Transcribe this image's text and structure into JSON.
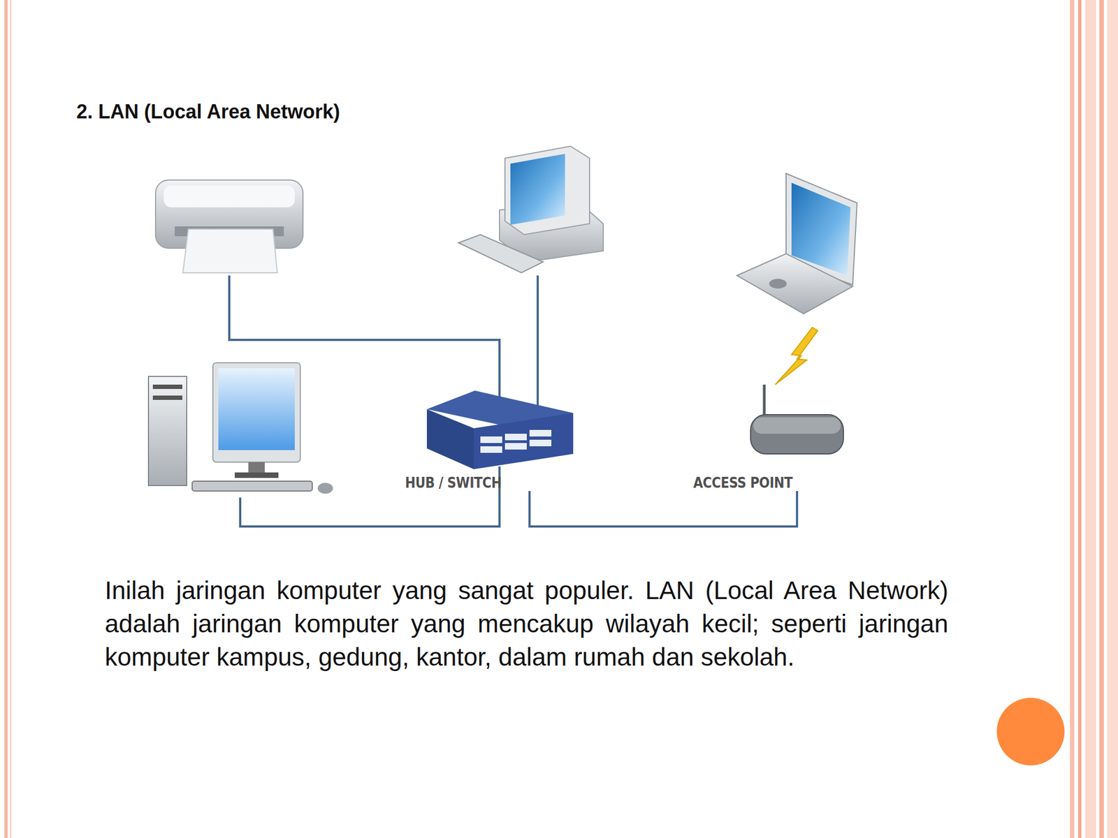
{
  "diagram": {
    "title": "2. LAN (Local Area Network)",
    "caption": "Inilah jaringan komputer yang sangat populer. LAN (Local Area Network) adalah jaringan komputer yang mencakup wilayah kecil; seperti jaringan komputer kampus, gedung, kantor, dalam rumah dan sekolah.",
    "nodes": [
      {
        "text": [
          "HUB / SWITCH"
        ]
      },
      {
        "text": [
          "ACCESS POINT"
        ]
      }
    ],
    "edges": [
      {
        "from": 0,
        "to": 1,
        "arrow": "none"
      }
    ]
  }
}
